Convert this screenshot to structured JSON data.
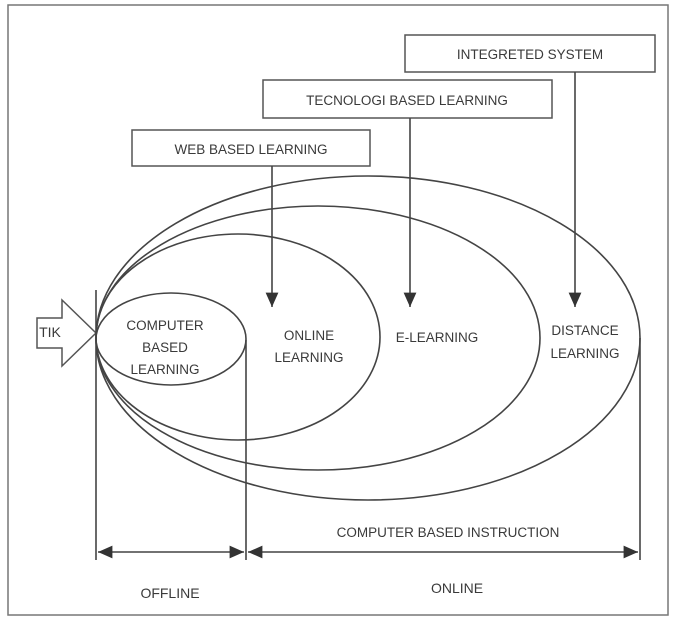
{
  "boxes": {
    "integrated": "INTEGRETED SYSTEM",
    "technology": "TECNOLOGI BASED LEARNING",
    "web": "WEB BASED LEARNING"
  },
  "input": "TIK",
  "circles": {
    "cbl": [
      "COMPUTER",
      "BASED",
      "LEARNING"
    ],
    "online": [
      "ONLINE",
      "LEARNING"
    ],
    "elearning": "E-LEARNING",
    "distance": [
      "DISTANCE",
      "LEARNING"
    ]
  },
  "cbi": "COMPUTER BASED INSTRUCTION",
  "offline": "OFFLINE",
  "online": "ONLINE"
}
